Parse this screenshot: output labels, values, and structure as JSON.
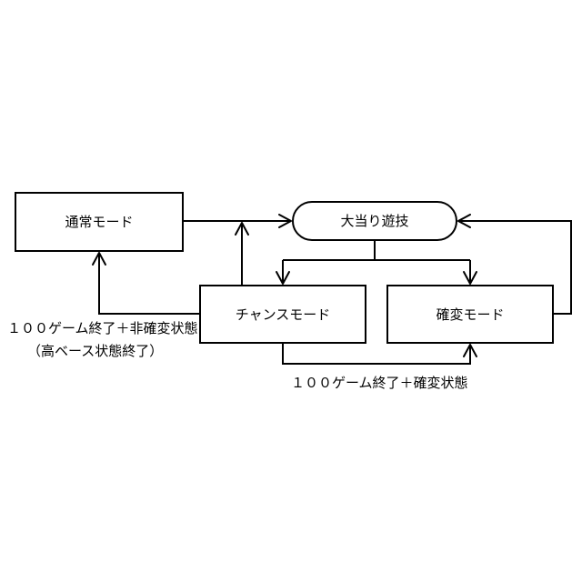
{
  "nodes": {
    "normal_mode": "通常モード",
    "jackpot_play": "大当り遊技",
    "chance_mode": "チャンスモード",
    "probability_change_mode": "確変モード"
  },
  "edge_labels": {
    "chance_to_normal_line1": "１００ゲーム終了＋非確変状態",
    "chance_to_normal_line2": "（高ベース状態終了）",
    "chance_to_probability_change": "１００ゲーム終了＋確変状態"
  },
  "colors": {
    "stroke": "#000000",
    "background": "#ffffff"
  }
}
